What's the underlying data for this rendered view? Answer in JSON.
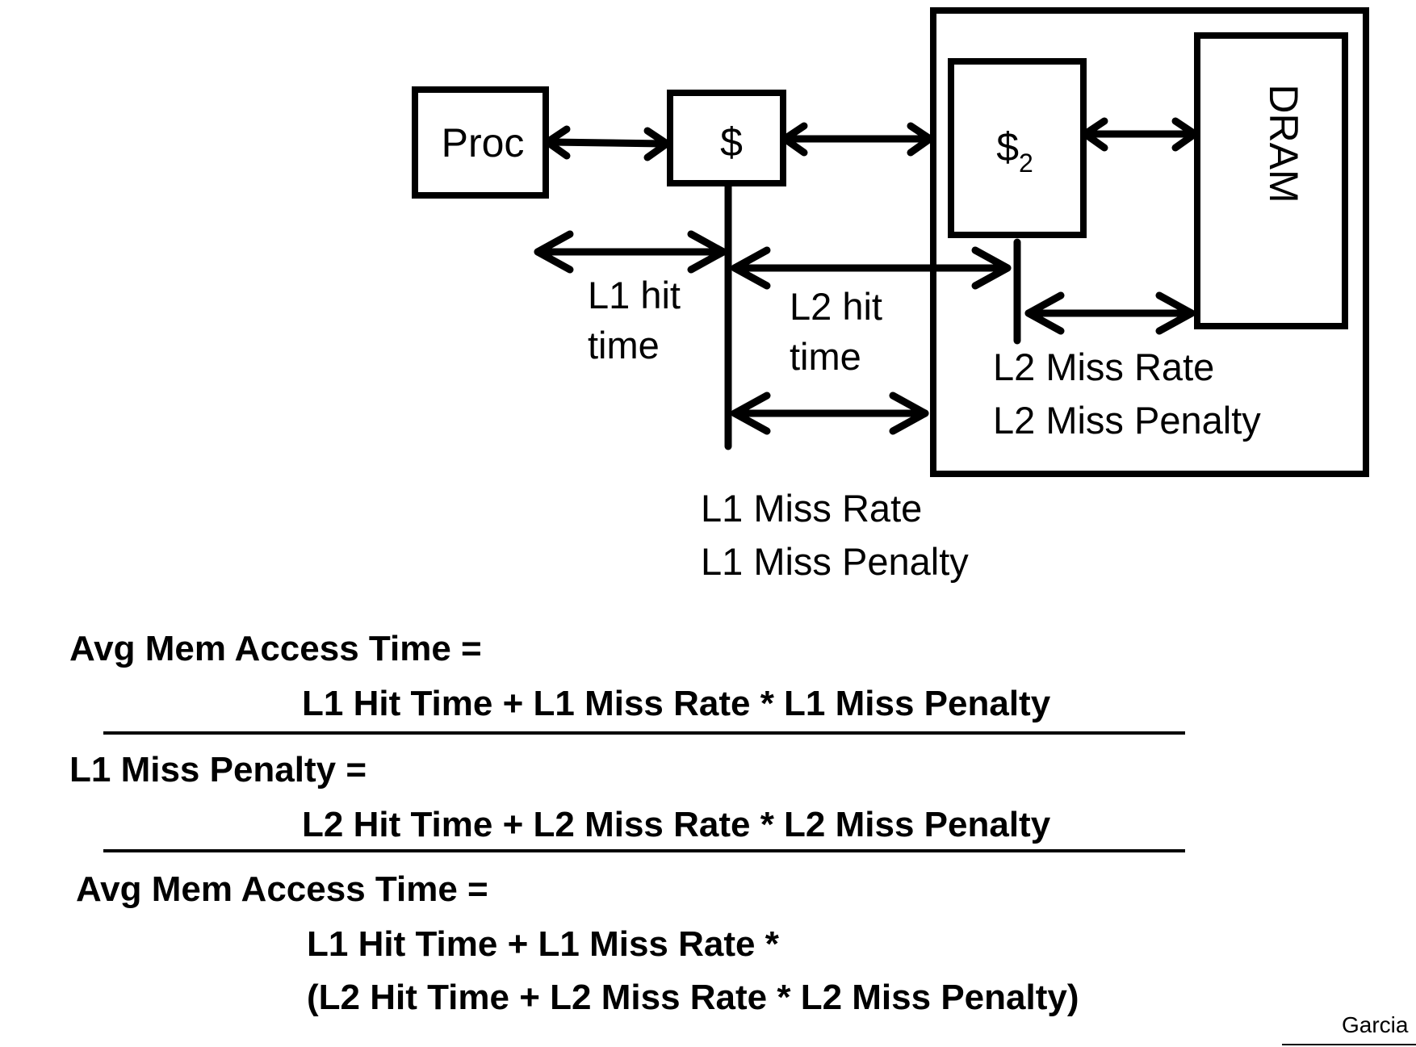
{
  "diagram": {
    "proc_label": "Proc",
    "l1_cache_label": "$",
    "l2_cache_label": "$",
    "l2_cache_subscript": "2",
    "dram_label": "DRAM",
    "l1_hit_time": [
      "L1 hit",
      "time"
    ],
    "l2_hit_time": [
      "L2 hit",
      "time"
    ],
    "l2_miss": [
      "L2 Miss Rate",
      "L2 Miss Penalty"
    ],
    "l1_miss": [
      "L1 Miss Rate",
      "L1 Miss Penalty"
    ]
  },
  "equations": [
    {
      "lhs": "Avg Mem Access Time =",
      "rhs": [
        "L1 Hit Time + L1 Miss Rate * L1 Miss Penalty"
      ]
    },
    {
      "lhs": "L1 Miss Penalty =",
      "rhs": [
        "L2 Hit Time + L2 Miss Rate * L2 Miss Penalty"
      ]
    },
    {
      "lhs": "Avg Mem Access Time =",
      "rhs": [
        "L1 Hit Time + L1 Miss Rate *",
        "(L2 Hit Time +  L2 Miss Rate * L2 Miss Penalty)"
      ]
    }
  ],
  "credit": "Garcia"
}
